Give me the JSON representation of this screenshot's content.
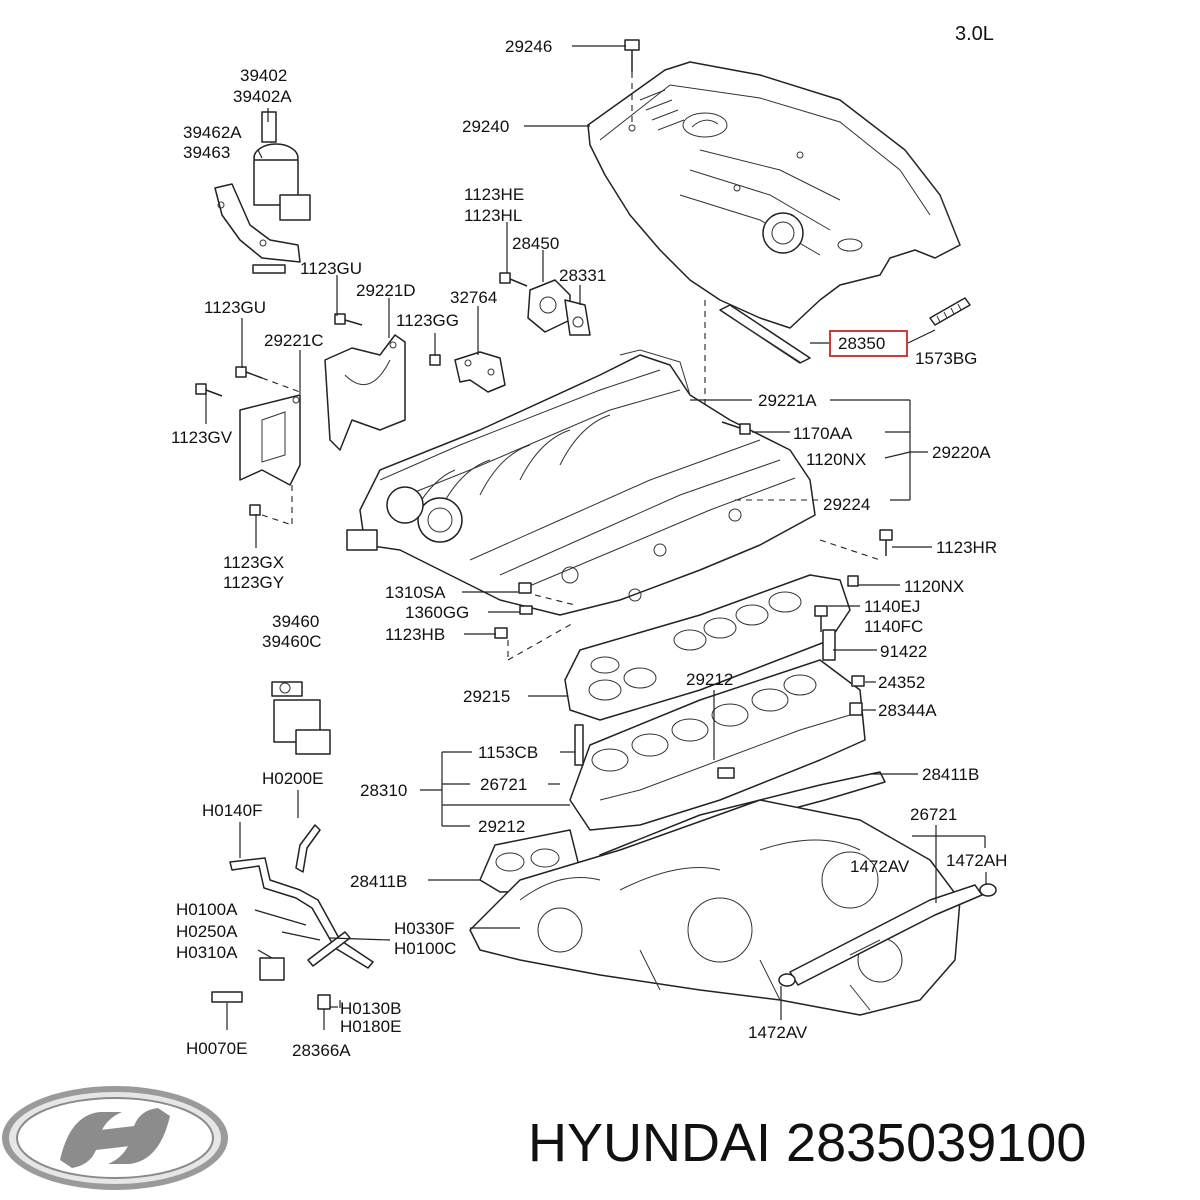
{
  "engine_size": "3.0L",
  "highlighted_part": "28350",
  "colors": {
    "highlight_box": "#d23a3a",
    "line": "#222222",
    "text": "#111111"
  },
  "callouts": [
    "29246",
    "29240",
    "39402",
    "39402A",
    "39462A",
    "39463",
    "1123HE",
    "1123HL",
    "28450",
    "28331",
    "32764",
    "1123GU",
    "29221D",
    "1123GG",
    "1123GU",
    "29221C",
    "1123GV",
    "28350",
    "1573BG",
    "29221A",
    "1170AA",
    "29220A",
    "1120NX",
    "29224",
    "1123GX",
    "1123GY",
    "1123HR",
    "1310SA",
    "1120NX",
    "1360GG",
    "1140EJ",
    "1140FC",
    "1123HB",
    "39460",
    "39460C",
    "91422",
    "29215",
    "29212",
    "24352",
    "28344A",
    "1153CB",
    "28310",
    "26721",
    "28411B",
    "H0200E",
    "29212",
    "H0140F",
    "26721",
    "1472AV",
    "1472AH",
    "28411B",
    "H0100A",
    "H0250A",
    "H0310A",
    "H0330F",
    "H0100C",
    "H0130B",
    "H0180E",
    "H0070E",
    "28366A",
    "1472AV"
  ],
  "brand": {
    "name": "HYUNDAI",
    "part_number": "2835039100",
    "logo": "hyundai-logo"
  }
}
